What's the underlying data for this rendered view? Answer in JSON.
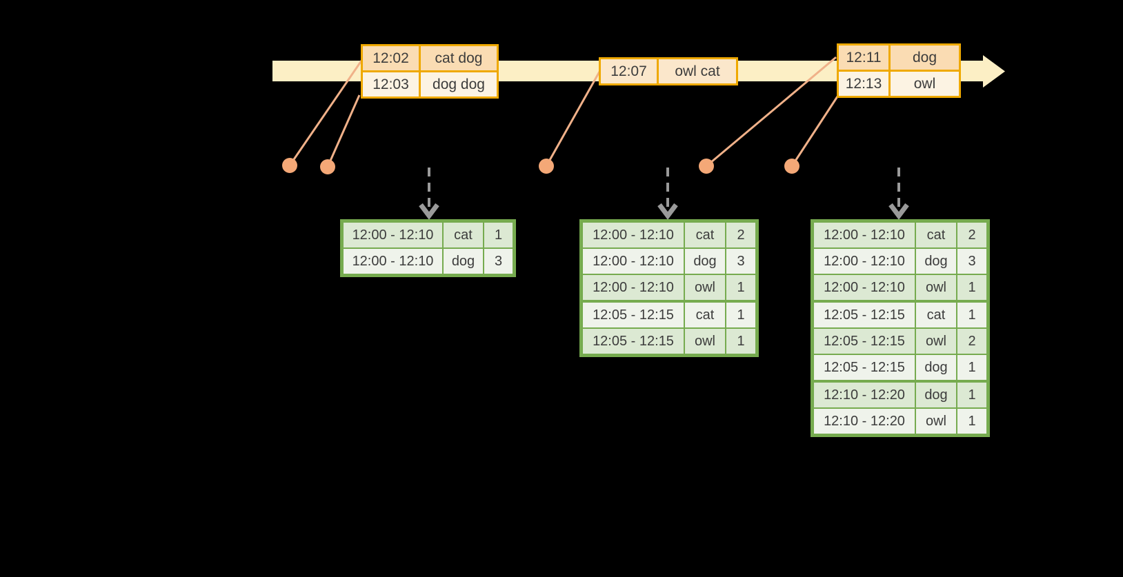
{
  "colors": {
    "background": "#000000",
    "timeline_fill": "#FCEFC5",
    "event_table_border": "#EFA900",
    "event_row_peach": "#FADCB3",
    "event_row_cream": "#FCF3E3",
    "event_row_mid": "#FBE7CB",
    "connector_line": "#F0B189",
    "event_dot": "#F4A877",
    "trigger_arrow_gray": "#9A9A9A",
    "result_table_border": "#76AB4F",
    "result_row_dark": "#DCE9D3",
    "result_row_light": "#EFF3EB",
    "text": "#3C3C3C"
  },
  "icons": {
    "timeline_arrow": "right-arrow-icon",
    "trigger_arrow": "dashed-down-arrow-icon",
    "event_marker": "dot-icon"
  },
  "event_tables": [
    {
      "rows": [
        {
          "time": "12:02",
          "words": "cat dog"
        },
        {
          "time": "12:03",
          "words": "dog dog"
        }
      ]
    },
    {
      "rows": [
        {
          "time": "12:07",
          "words": "owl cat"
        }
      ]
    },
    {
      "rows": [
        {
          "time": "12:11",
          "words": "dog"
        },
        {
          "time": "12:13",
          "words": "owl"
        }
      ]
    }
  ],
  "result_tables": [
    {
      "rows": [
        {
          "window": "12:00 - 12:10",
          "word": "cat",
          "count": "1"
        },
        {
          "window": "12:00 - 12:10",
          "word": "dog",
          "count": "3"
        }
      ]
    },
    {
      "rows": [
        {
          "window": "12:00 - 12:10",
          "word": "cat",
          "count": "2"
        },
        {
          "window": "12:00 - 12:10",
          "word": "dog",
          "count": "3"
        },
        {
          "window": "12:00 - 12:10",
          "word": "owl",
          "count": "1"
        },
        {
          "window": "12:05 - 12:15",
          "word": "cat",
          "count": "1"
        },
        {
          "window": "12:05 - 12:15",
          "word": "owl",
          "count": "1"
        }
      ]
    },
    {
      "rows": [
        {
          "window": "12:00 - 12:10",
          "word": "cat",
          "count": "2"
        },
        {
          "window": "12:00 - 12:10",
          "word": "dog",
          "count": "3"
        },
        {
          "window": "12:00 - 12:10",
          "word": "owl",
          "count": "1"
        },
        {
          "window": "12:05 - 12:15",
          "word": "cat",
          "count": "1"
        },
        {
          "window": "12:05 - 12:15",
          "word": "owl",
          "count": "2"
        },
        {
          "window": "12:05 - 12:15",
          "word": "dog",
          "count": "1"
        },
        {
          "window": "12:10 - 12:20",
          "word": "dog",
          "count": "1"
        },
        {
          "window": "12:10 - 12:20",
          "word": "owl",
          "count": "1"
        }
      ]
    }
  ]
}
